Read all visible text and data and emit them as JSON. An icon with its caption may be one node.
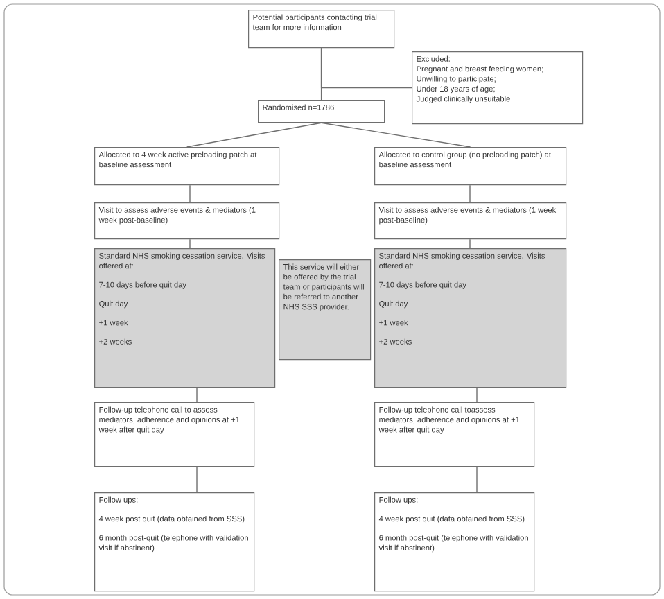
{
  "diagram": {
    "nodes": [
      {
        "text": [
          "Potential participants contacting trial team for more information"
        ]
      },
      {
        "text": [
          "Excluded:",
          "Pregnant and breast feeding women;",
          "Unwilling to participate;",
          "Under 18 years of age;",
          "Judged clinically unsuitable"
        ]
      },
      {
        "text": [
          "Randomised n=1786"
        ]
      },
      {
        "text": [
          "Allocated to 4 week active preloading patch at baseline assessment"
        ]
      },
      {
        "text": [
          "Allocated to control group (no preloading patch) at baseline assessment"
        ]
      },
      {
        "text": [
          "Visit to assess adverse events & mediators (1 week post-baseline)"
        ]
      },
      {
        "text": [
          "Visit to assess adverse events & mediators (1 week post-baseline)"
        ]
      },
      {
        "text": [
          "Standard NHS smoking cessation service. Visits offered at:",
          "7-10 days before quit day",
          "Quit day",
          "+1 week",
          "+2 weeks"
        ]
      },
      {
        "text": [
          "This service will either be offered by the trial team or participants will be referred to another NHS SSS provider."
        ]
      },
      {
        "text": [
          "Standard NHS smoking cessation service. Visits offered at:",
          "7-10 days before quit day",
          "Quit day",
          "+1 week",
          "+2 weeks"
        ]
      },
      {
        "text": [
          "Follow-up telephone call to assess mediators, adherence and opinions at +1 week after quit day"
        ]
      },
      {
        "text": [
          "Follow-up telephone call toassess mediators, adherence and opinions at +1 week after quit day"
        ]
      },
      {
        "text": [
          "Follow ups:",
          "4 week post quit (data obtained from SSS)",
          "6 month post-quit (telephone with validation visit if abstinent)"
        ]
      },
      {
        "text": [
          "Follow ups:",
          "4 week post quit (data obtained from SSS)",
          "6 month post-quit (telephone with validation visit if abstinent)"
        ]
      }
    ],
    "edges": [
      {
        "from": 0,
        "to": 2,
        "arrow": "none"
      },
      {
        "from": 0,
        "to": 1,
        "arrow": "none"
      },
      {
        "from": 2,
        "to": 3,
        "arrow": "none"
      },
      {
        "from": 2,
        "to": 4,
        "arrow": "none"
      },
      {
        "from": 3,
        "to": 5,
        "arrow": "none"
      },
      {
        "from": 5,
        "to": 7,
        "arrow": "none"
      },
      {
        "from": 7,
        "to": 10,
        "arrow": "none"
      },
      {
        "from": 10,
        "to": 12,
        "arrow": "none"
      },
      {
        "from": 4,
        "to": 6,
        "arrow": "none"
      },
      {
        "from": 6,
        "to": 9,
        "arrow": "none"
      },
      {
        "from": 9,
        "to": 11,
        "arrow": "none"
      },
      {
        "from": 11,
        "to": 13,
        "arrow": "none"
      }
    ]
  }
}
